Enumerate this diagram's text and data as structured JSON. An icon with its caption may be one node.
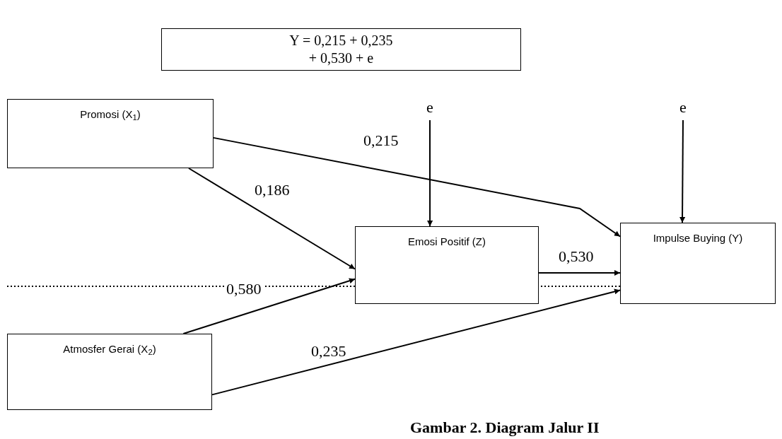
{
  "diagram": {
    "caption": "Gambar 2. Diagram Jalur II",
    "nodes": [
      {
        "text": [
          "Y =  0,215 + 0,235 + 0,530 + e"
        ]
      },
      {
        "text": [
          "Promosi (X$_{1}$)"
        ]
      },
      {
        "text": [
          "e"
        ]
      },
      {
        "text": [
          "e"
        ]
      },
      {
        "text": [
          "Emosi Positif (Z)"
        ]
      },
      {
        "text": [
          "Impulse Buying (Y)"
        ]
      },
      {
        "text": [
          "Atmosfer Gerai (X$_{2}$)"
        ]
      }
    ],
    "edges": [
      {
        "from": 1,
        "to": 4,
        "arrow": "to",
        "label": "0,186"
      },
      {
        "from": 1,
        "to": 5,
        "arrow": "to",
        "label": "0,215"
      },
      {
        "from": 2,
        "to": 4,
        "arrow": "to"
      },
      {
        "from": 3,
        "to": 5,
        "arrow": "to"
      },
      {
        "from": 4,
        "to": 5,
        "arrow": "to",
        "label": "0,530"
      },
      {
        "from": 6,
        "to": 4,
        "arrow": "to",
        "label": "0,580"
      },
      {
        "from": 6,
        "to": 5,
        "arrow": "to",
        "label": "0,235"
      }
    ]
  }
}
